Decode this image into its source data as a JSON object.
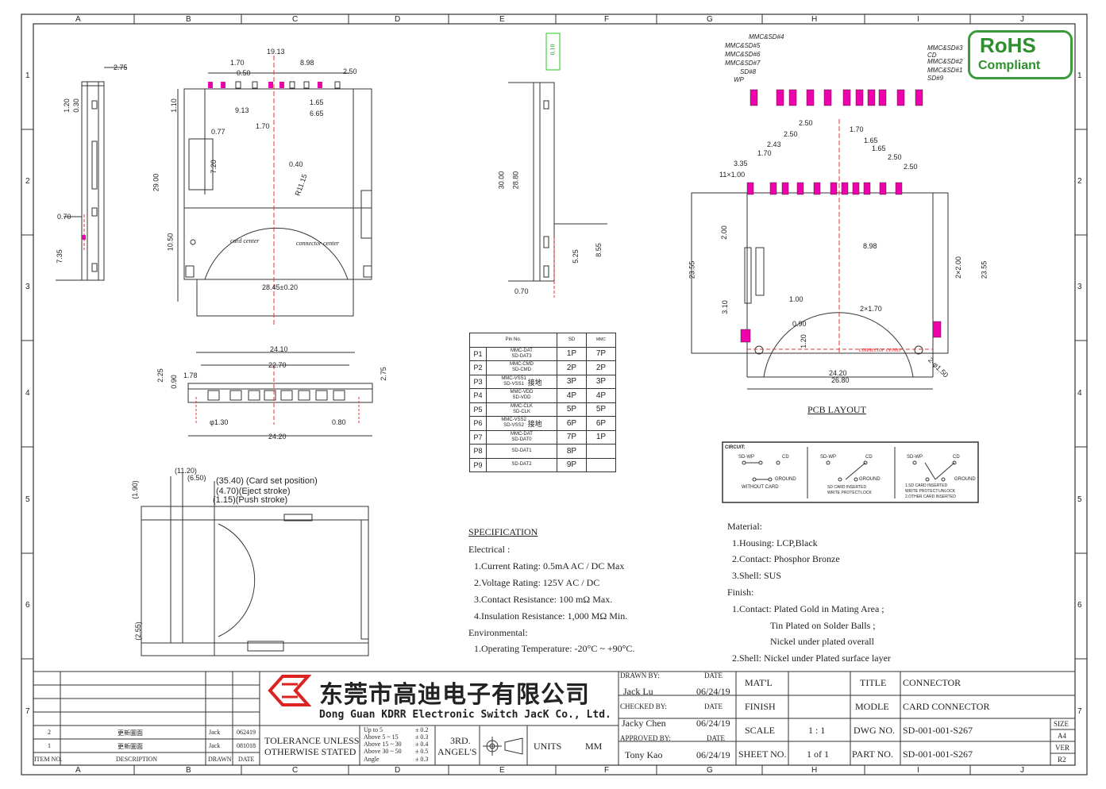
{
  "grid": {
    "columns": [
      "A",
      "B",
      "C",
      "D",
      "E",
      "F",
      "G",
      "H",
      "I",
      "J"
    ],
    "rows": [
      "1",
      "2",
      "3",
      "4",
      "5",
      "6",
      "7"
    ]
  },
  "logo": {
    "rohs_line1": "RoHS",
    "rohs_line2": "Compliant"
  },
  "top_views": {
    "side_dims": [
      "2.75",
      "1.20",
      "0.30",
      "0.70",
      "7.35"
    ],
    "front_dims": [
      "19.13",
      "1.70",
      "0.50",
      "8.98",
      "2.50",
      "1.10",
      "9.13",
      "1.65",
      "6.65",
      "1.70",
      "0.77",
      "7.20",
      "0.40",
      "29.00",
      "R11.15",
      "10.50",
      "card center",
      "connector center",
      "28.45±0.20"
    ],
    "side2_dims": [
      "30.00",
      "28.80",
      "5.25",
      "8.55",
      "0.70"
    ],
    "bottom_dims": [
      "24.10",
      "22.70",
      "2.25",
      "1.78",
      "0.90",
      "2.75",
      "φ1.30",
      "0.80",
      "24.20"
    ],
    "stroke_dims": [
      "(11.20)",
      "(6.50)",
      "(35.40) (Card set position)",
      "(4.70)(Eject stroke)",
      "(1.15)(Push stroke)",
      "(1.90)",
      "(2.55)"
    ]
  },
  "pin_table": {
    "headers": [
      "Pin No.",
      "SD",
      "MMC"
    ],
    "rows": [
      {
        "pin": "P1",
        "desc": "MMC-DAT\nSD-DAT3",
        "note": "",
        "sd": "1P",
        "mmc": "7P"
      },
      {
        "pin": "P2",
        "desc": "MMC-CMD\nSD-CMD",
        "note": "",
        "sd": "2P",
        "mmc": "2P"
      },
      {
        "pin": "P3",
        "desc": "MMC-VSS1\nSD-VSS1",
        "note": "接地",
        "sd": "3P",
        "mmc": "3P"
      },
      {
        "pin": "P4",
        "desc": "MMC-VDD\nSD-VDD",
        "note": "",
        "sd": "4P",
        "mmc": "4P"
      },
      {
        "pin": "P5",
        "desc": "MMC-CLK\nSD-CLK",
        "note": "",
        "sd": "5P",
        "mmc": "5P"
      },
      {
        "pin": "P6",
        "desc": "MMC-VSS2\nSD-VSS2",
        "note": "接地",
        "sd": "6P",
        "mmc": "6P"
      },
      {
        "pin": "P7",
        "desc": "MMC-DAT\nSD-DAT0",
        "note": "",
        "sd": "7P",
        "mmc": "1P"
      },
      {
        "pin": "P8",
        "desc": "SD-DAT1",
        "note": "",
        "sd": "8P",
        "mmc": ""
      },
      {
        "pin": "P9",
        "desc": "SD-DAT2",
        "note": "",
        "sd": "9P",
        "mmc": ""
      }
    ]
  },
  "pcb": {
    "pin_labels_left": [
      "MMC&SD#4",
      "MMC&SD#5",
      "MMC&SD#6",
      "MMC&SD#7",
      "SD#8",
      "WP"
    ],
    "pin_labels_right": [
      "MMC&SD#3",
      "CD",
      "MMC&SD#2",
      "MMC&SD#1",
      "SD#9"
    ],
    "dims": [
      "2.50",
      "1.70",
      "2.50",
      "2.43",
      "1.65",
      "1.70",
      "1.65",
      "3.35",
      "2.50",
      "2.50",
      "11×1.00",
      "2.00",
      "8.98",
      "23.55",
      "2×2.00",
      "23.55",
      "1.00",
      "3.10",
      "0.90",
      "2×1.70",
      "1.20",
      "connector center",
      "24.20",
      "26.80",
      "2-φ1.50"
    ],
    "title": "PCB LAYOUT"
  },
  "circuit": {
    "title": "CIRCUIT:",
    "labels": [
      "SD-WP",
      "CD",
      "GROUND",
      "WITHOUT CARD",
      "SD-WP",
      "CD",
      "GROUND",
      "SD CARD INSERTED",
      "WRITE PROTECT:LOCK",
      "SD-WP",
      "CD",
      "GROUND",
      "1.SD CARD INSERTED",
      "WRITE PROTECT:UNLOCK",
      "2.OTHER CARD INSERTED"
    ]
  },
  "spec": {
    "title": "SPECIFICATION",
    "lines": [
      "Electrical :",
      "1.Current Rating: 0.5mA AC / DC Max",
      "2.Voltage Rating: 125V AC / DC",
      "3.Contact Resistance: 100 mΩ Max.",
      "4.Insulation Resistance: 1,000 MΩ Min.",
      "Environmental:",
      "1.Operating Temperature: -20°C ~ +90°C."
    ]
  },
  "material": {
    "lines": [
      "Material:",
      "1.Housing: LCP,Black",
      "2.Contact: Phosphor Bronze",
      "3.Shell: SUS",
      "Finish:",
      "1.Contact: Plated Gold in Mating Area ;",
      "Tin Plated on Solder Balls ;",
      "Nickel under plated overall",
      "2.Shell: Nickel under Plated surface layer"
    ]
  },
  "revision": {
    "rows": [
      {
        "item": "2",
        "desc": "更新圖面",
        "drawn": "Jack",
        "date": "062419"
      },
      {
        "item": "1",
        "desc": "更新圖面",
        "drawn": "Jack",
        "date": "081018"
      }
    ],
    "headers": [
      "ITEM NO.",
      "DESCRIPTION",
      "DRAWN",
      "DATE"
    ]
  },
  "company": {
    "name_cn": "东莞市高迪电子有限公司",
    "name_en": "Dong Guan KDRR  Electronic Switch JacK Co., Ltd."
  },
  "tolerance": {
    "label1": "TOLERANCE UNLESS",
    "label2": "OTHERWISE STATED :",
    "ranges": [
      "Up  to  5",
      "Above 5  ~ 15",
      "Above 15 ~ 30",
      "Above 30 ~ 50",
      "Angle"
    ],
    "values": [
      "± 0.2",
      "± 0.3",
      "± 0.4",
      "± 0.5",
      "± 0.3"
    ],
    "angle1": "3RD.",
    "angle2": "ANGEL'S",
    "units_label": "UNITS",
    "units_value": "MM"
  },
  "signoff": {
    "drawn_label": "DRAWN BY:",
    "drawn_name": "Jack  Lu",
    "drawn_date": "06/24/19",
    "checked_label": "CHECKED BY:",
    "checked_name": "Jacky Chen",
    "checked_date": "06/24/19",
    "approved_label": "APPROVED BY:",
    "approved_name": "Tony Kao",
    "approved_date": "06/24/19",
    "date_label": "DATE"
  },
  "title_block": {
    "matl_label": "MAT'L",
    "matl_value": "",
    "finish_label": "FINISH",
    "finish_value": "",
    "scale_label": "SCALE",
    "scale_value": "1 : 1",
    "sheet_label": "SHEET NO.",
    "sheet_value": "1 of 1",
    "title_label": "TITLE",
    "title_value": "CONNECTOR",
    "modle_label": "MODLE",
    "modle_value": "CARD CONNECTOR",
    "dwg_label": "DWG NO.",
    "dwg_value": "SD-001-001-S267",
    "part_label": "PART NO.",
    "part_value": "SD-001-001-S267",
    "size_label": "SIZE",
    "size_value": "A4",
    "ver_label": "VER",
    "ver_value": "R2"
  }
}
